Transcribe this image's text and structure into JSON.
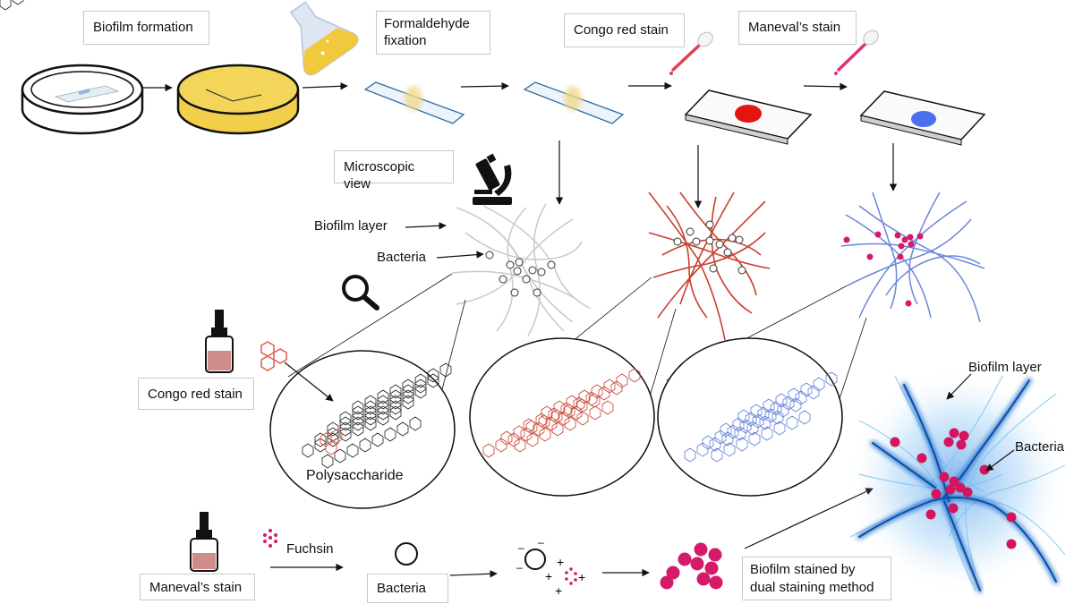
{
  "labels": {
    "biofilm_formation": "Biofilm formation",
    "formaldehyde_fixation": "Formaldehyde fixation",
    "congo_red_top": "Congo red stain",
    "manevals_top": "Maneval’s stain",
    "microscopic_view": "Microscopic view",
    "biofilm_layer": "Biofilm layer",
    "bacteria": "Bacteria",
    "congo_red_left": "Congo red stain",
    "polysaccharide": "Polysaccharide",
    "manevals_bottom": "Maneval’s stain",
    "fuchsin": "Fuchsin",
    "bacteria_box": "Bacteria",
    "dual_staining": "Biofilm stained by dual staining method",
    "biofilm_layer_right": "Biofilm layer",
    "bacteria_right": "Bacteria"
  },
  "colors": {
    "congo_red": "#d5281e",
    "manevals_blue": "#3e6be8",
    "fuchsin": "#d51a6a",
    "agar": "#f1cf4a",
    "fiber_red": "#c9402f",
    "fiber_blue": "#5f7fd6",
    "fiber_gray": "#c7c7c7",
    "glow_blue": "#1d7bdf"
  },
  "icons": [
    "petri-dish-icon",
    "flask-icon",
    "dropper-icon",
    "microscope-icon",
    "magnifier-icon",
    "dropper-bottle-icon",
    "hexagon-molecule-icon"
  ]
}
